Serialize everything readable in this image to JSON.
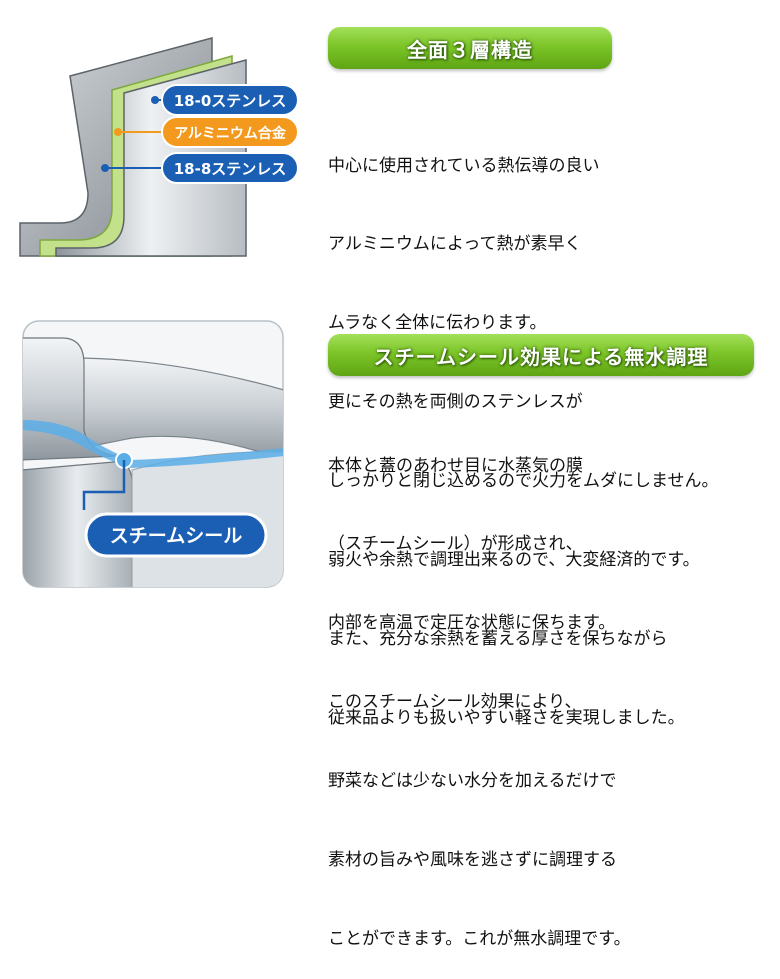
{
  "section1": {
    "heading": "全面３層構造",
    "labels": {
      "outer": "18-0ステンレス",
      "middle": "アルミニウム合金",
      "inner": "18-8ステンレス"
    },
    "body_lines": [
      "中心に使用されている熱伝導の良い",
      "アルミニウムによって熱が素早く",
      "ムラなく全体に伝わります。",
      "更にその熱を両側のステンレスが",
      "しっかりと閉じ込めるので火力をムダにしません。",
      "弱火や余熱で調理出来るので、大変経済的です。",
      "また、充分な余熱を蓄える厚さを保ちながら",
      "従来品よりも扱いやすい軽さを実現しました。"
    ]
  },
  "section2": {
    "heading": "スチームシール効果による無水調理",
    "label": "スチームシール",
    "body_lines": [
      "本体と蓋のあわせ目に水蒸気の膜",
      "（スチームシール）が形成され、",
      "内部を高温で定圧な状態に保ちます。",
      "このスチームシール効果により、",
      "野菜などは少ない水分を加えるだけで",
      "素材の旨みや風味を逃さずに調理する",
      "ことができます。これが無水調理です。"
    ]
  },
  "colors": {
    "label_blue": "#1a5fb4",
    "label_orange": "#f39a1e",
    "heading_green": "#7cc528",
    "steam_blue": "#5aaee8"
  }
}
